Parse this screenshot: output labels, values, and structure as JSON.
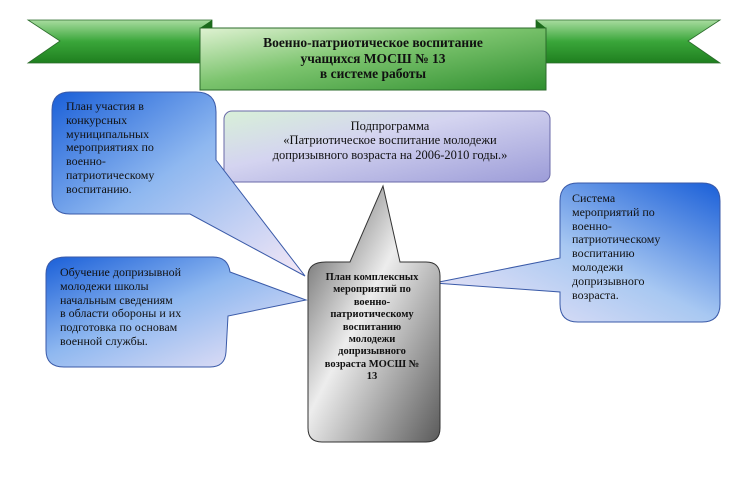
{
  "header": {
    "title_lines": [
      "Военно-патриотическое воспитание",
      "учащихся МОСШ № 13",
      "в системе работы"
    ]
  },
  "subprogram": {
    "lines": [
      "Подпрограмма",
      "«Патриотическое воспитание молодежи",
      "допризывного возраста на 2006-2010 годы.»"
    ]
  },
  "callouts": {
    "left_top": {
      "lines": [
        "План участия в",
        "конкурсных",
        "муниципальных",
        "мероприятиях по",
        "военно-",
        "патриотическому",
        "воспитанию."
      ]
    },
    "left_bottom": {
      "lines": [
        "Обучение допризывной",
        "молодежи школы",
        "начальным сведениям",
        "в области обороны и их",
        "подготовка по основам",
        "военной службы."
      ]
    },
    "right": {
      "lines": [
        "Система",
        "мероприятий по",
        "военно-",
        "патриотическому",
        "воспитанию",
        "молодежи",
        "допризывного",
        "возраста."
      ]
    },
    "center": {
      "lines": [
        "План комплексных",
        "мероприятий по",
        "военно-",
        "патриотическому",
        "воспитанию",
        "молодежи",
        "допризывного",
        "возраста МОСШ №",
        "13"
      ]
    }
  },
  "colors": {
    "ribbon_green": "#2e9b2e",
    "ribbon_light": "#c9e8b8",
    "callout_blue": "#1f6fe0",
    "callout_pink": "#f4e6f4",
    "center_gray": "#8a8a8a",
    "subprogram_lavender": "#c4c4ea"
  }
}
